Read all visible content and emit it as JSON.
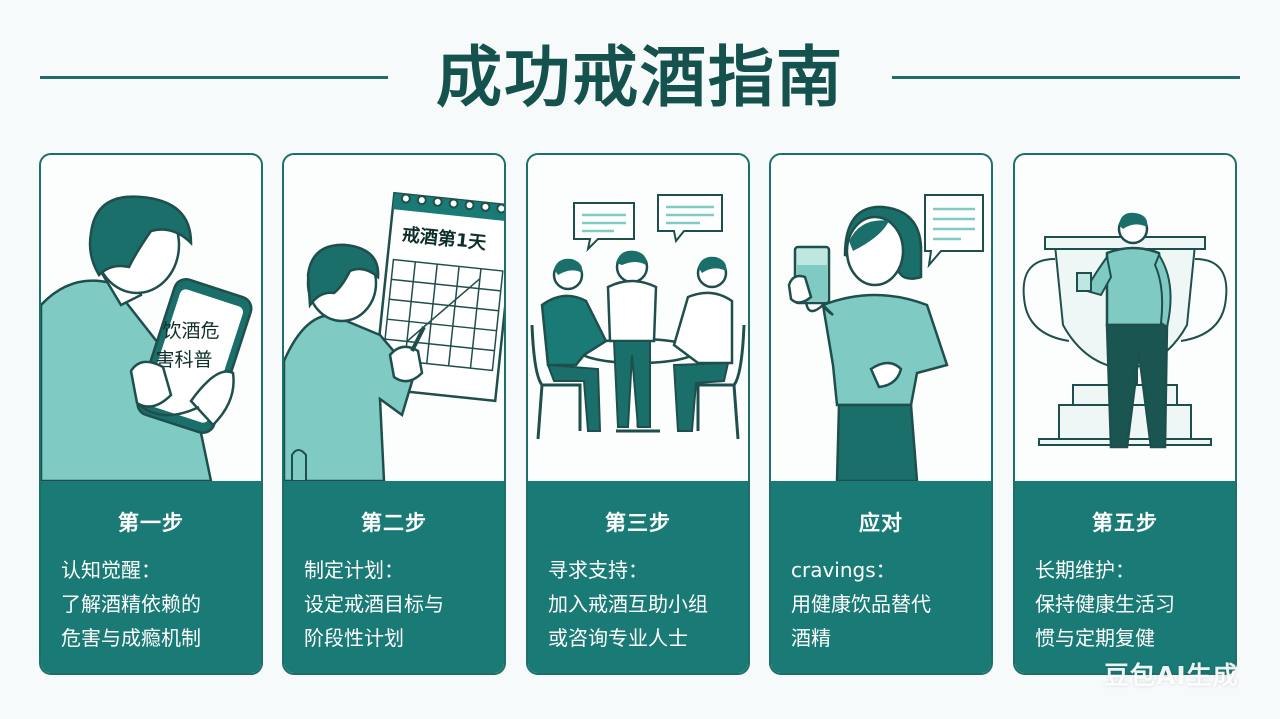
{
  "title": "成功戒酒指南",
  "colors": {
    "primary": "#1a7a75",
    "title": "#15524e",
    "light": "#7fcbc3",
    "outline": "#1e4f4c"
  },
  "steps": [
    {
      "step": "第一步",
      "desc": "认知觉醒：\n了解酒精依赖的\n危害与成瘾机制",
      "illustration_text": "饮酒危\n害科普",
      "icon": "person-reading-phone"
    },
    {
      "step": "第二步",
      "desc": "制定计划：\n设定戒酒目标与\n阶段性计划",
      "illustration_text": "戒酒第1天",
      "icon": "person-marking-calendar"
    },
    {
      "step": "第三步",
      "desc": "寻求支持：\n加入戒酒互助小组\n或咨询专业人士",
      "icon": "support-group-meeting"
    },
    {
      "step": "应对",
      "desc": "cravings：\n用健康饮品替代\n酒精",
      "icon": "woman-drinking-water"
    },
    {
      "step": "第五步",
      "desc": "长期维护：\n保持健康生活习\n惯与定期复健",
      "icon": "man-with-trophy"
    }
  ],
  "watermark": "豆包AI生成"
}
